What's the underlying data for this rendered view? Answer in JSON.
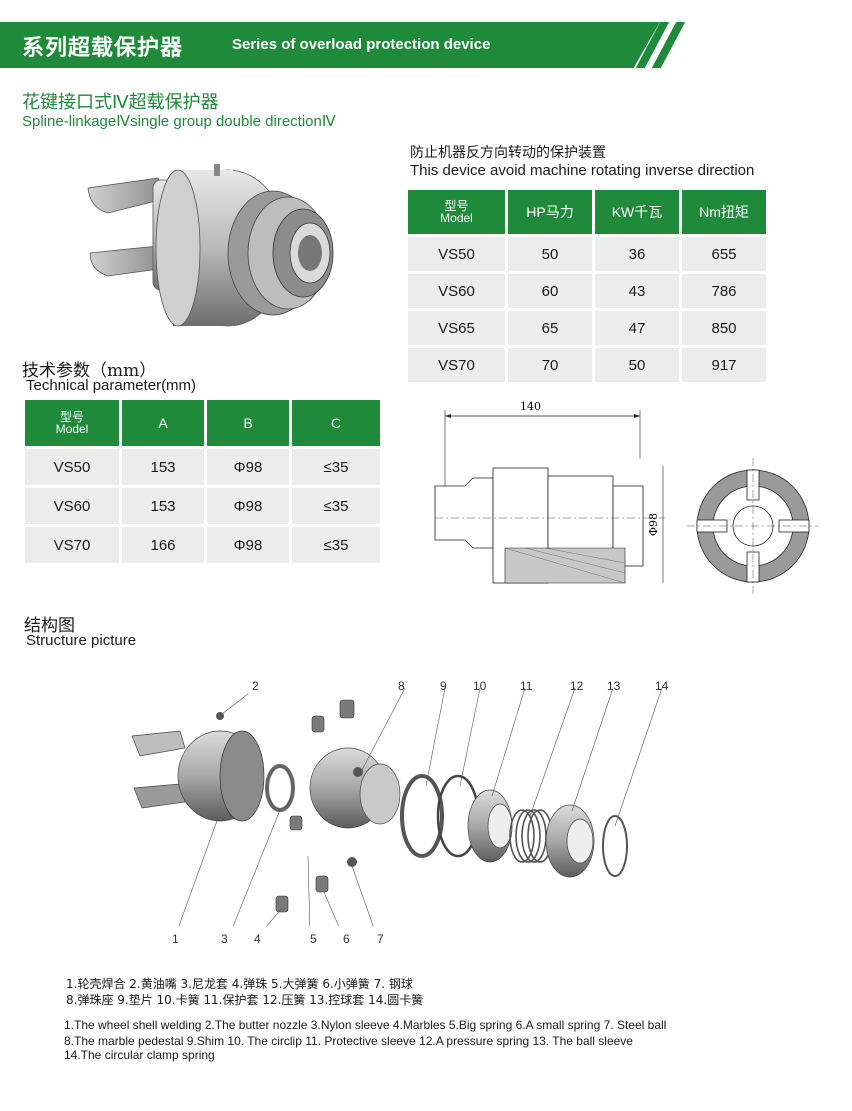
{
  "banner": {
    "title_cn": "系列超载保护器",
    "title_en": "Series of overload protection device"
  },
  "subtitle": {
    "cn": "花键接口式Ⅳ超载保护器",
    "en": "Spline-linkageⅣsingle group double directionⅣ"
  },
  "description": {
    "cn": "防止机器反方向转动的保护装置",
    "en": "This device avoid machine rotating inverse direction"
  },
  "power_table": {
    "headers": {
      "model_cn": "型号",
      "model_en": "Model",
      "hp": "HP马力",
      "kw": "KW千瓦",
      "nm": "Nm扭矩"
    },
    "rows": [
      [
        "VS50",
        "50",
        "36",
        "655"
      ],
      [
        "VS60",
        "60",
        "43",
        "786"
      ],
      [
        "VS65",
        "65",
        "47",
        "850"
      ],
      [
        "VS70",
        "70",
        "50",
        "917"
      ]
    ]
  },
  "tech": {
    "title_cn": "技术参数（mm）",
    "title_en": "Technical parameter(mm)",
    "headers": {
      "model_cn": "型号",
      "model_en": "Model",
      "a": "A",
      "b": "B",
      "c": "C"
    },
    "rows": [
      [
        "VS50",
        "153",
        "Φ98",
        "≤35"
      ],
      [
        "VS60",
        "153",
        "Φ98",
        "≤35"
      ],
      [
        "VS70",
        "166",
        "Φ98",
        "≤35"
      ]
    ]
  },
  "drawing": {
    "dim_length": "140",
    "dim_diameter": "Φ98"
  },
  "structure": {
    "title_cn": "结构图",
    "title_en": "Structure picture",
    "callouts": [
      "1",
      "2",
      "3",
      "4",
      "5",
      "6",
      "7",
      "8",
      "9",
      "10",
      "11",
      "12",
      "13",
      "14"
    ],
    "legend_cn_line1": "1.轮壳焊合          2.黄油嘴          3.尼龙套          4.弹珠          5.大弹簧          6.小弹簧          7. 钢球",
    "legend_cn_line2": "8.弹珠座          9.垫片          10.卡簧          11.保护套          12.压簧          13.控球套          14.圆卡簧",
    "legend_en_line1": "1.The wheel shell welding   2.The butter nozzle   3.Nylon sleeve  4.Marbles     5.Big spring     6.A small spring  7. Steel ball",
    "legend_en_line2": "8.The marble pedestal     9.Shim        10. The circlip  11. Protective sleeve    12.A pressure spring   13. The ball sleeve",
    "legend_en_line3": "14.The circular clamp spring"
  },
  "colors": {
    "brand_green": "#1f8a3a",
    "table_cell": "#ececec"
  }
}
